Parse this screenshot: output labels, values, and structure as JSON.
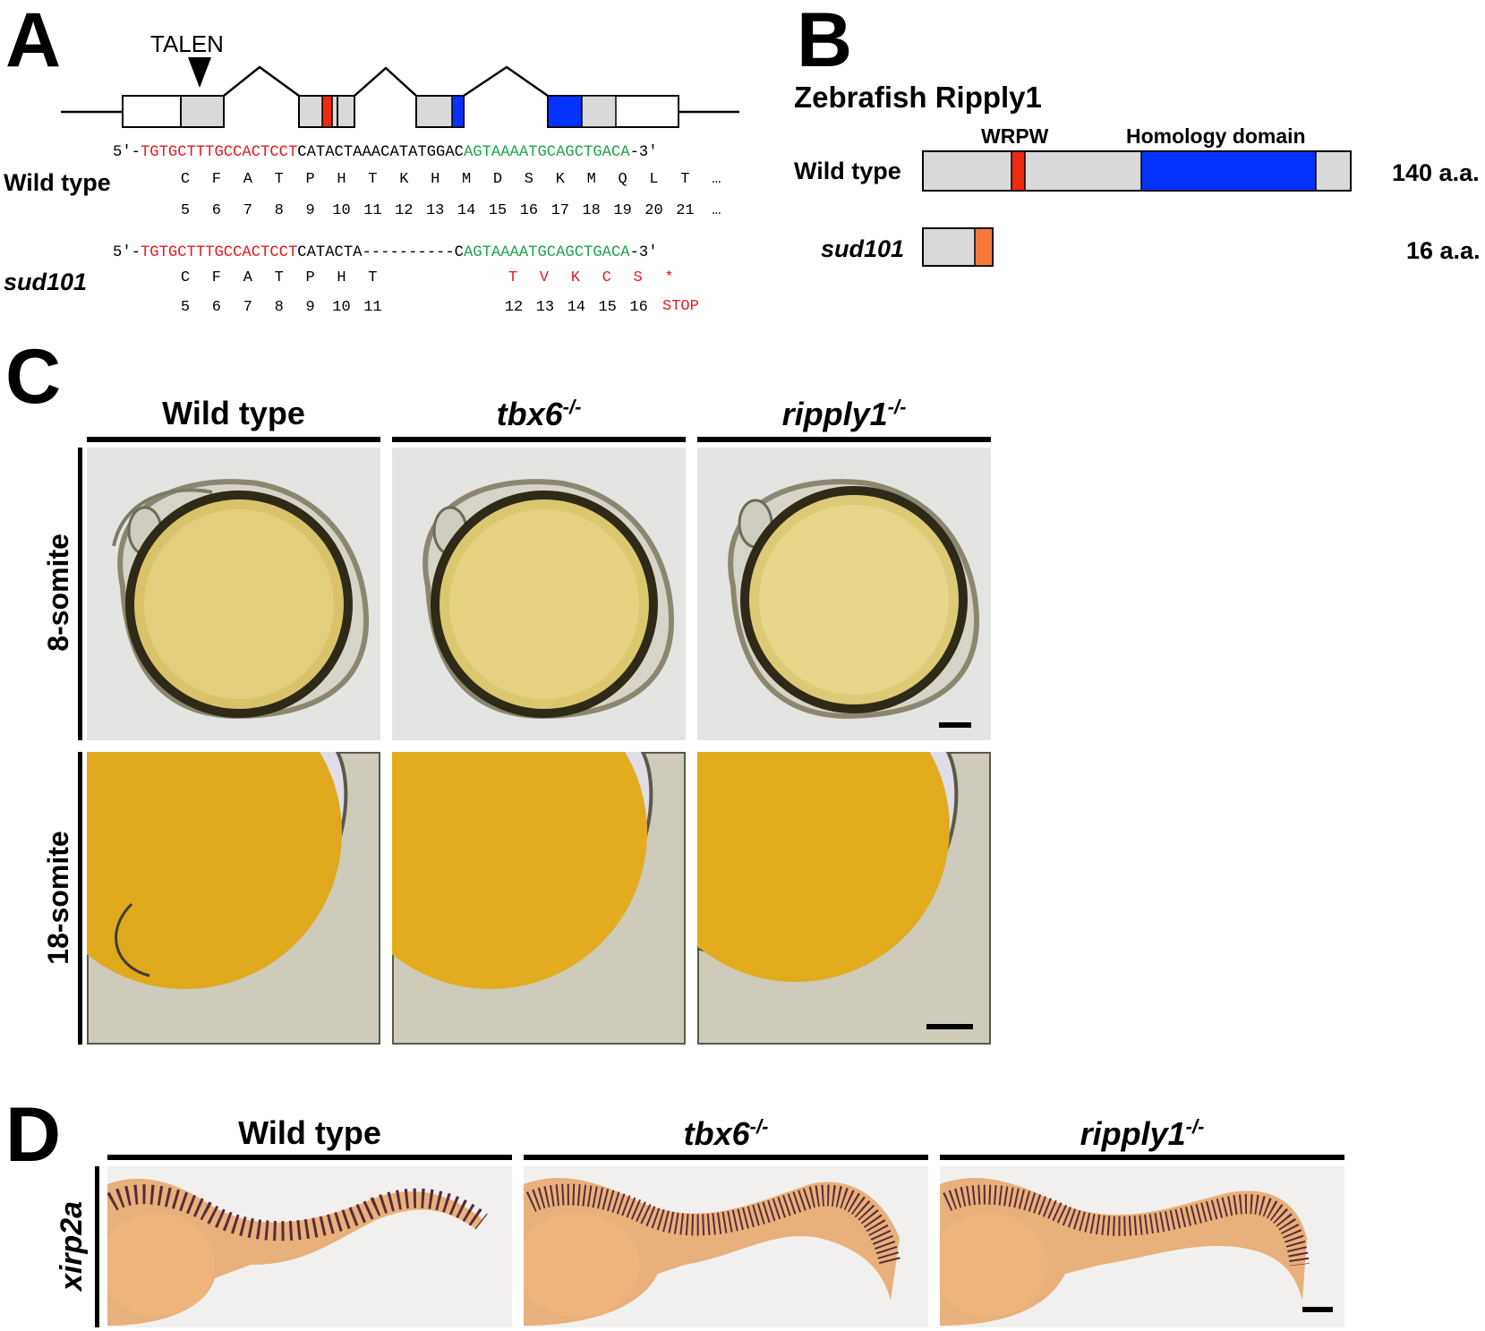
{
  "panel_a": {
    "letter": "A",
    "talen_label": "TALEN",
    "wild_type_label": "Wild type",
    "mutant_label": "sud101",
    "wt_seq": {
      "prefix": "5′-",
      "left_arm": "TGTGCTTTGCCACTCCT",
      "spacer": "CATACTAAACATATGGAC",
      "right_arm": "AGTAAAATGCAGCTGACA",
      "suffix": "-3′"
    },
    "wt_aa": [
      "C",
      "F",
      "A",
      "T",
      "P",
      "H",
      "T",
      "K",
      "H",
      "M",
      "D",
      "S",
      "K",
      "M",
      "Q",
      "L",
      "T",
      "…"
    ],
    "wt_nums": [
      "5",
      "6",
      "7",
      "8",
      "9",
      "10",
      "11",
      "12",
      "13",
      "14",
      "15",
      "16",
      "17",
      "18",
      "19",
      "20",
      "21",
      "…"
    ],
    "mut_seq": {
      "prefix": "5′-",
      "left_arm": "TGTGCTTTGCCACTCCT",
      "spacer": "CATACTA----------C",
      "right_arm": "AGTAAAATGCAGCTGACA",
      "suffix": "-3′"
    },
    "mut_aa": [
      "C",
      "F",
      "A",
      "T",
      "P",
      "H",
      "T"
    ],
    "mut_aa_red": [
      "T",
      "V",
      "K",
      "C",
      "S",
      "*"
    ],
    "mut_nums": [
      "5",
      "6",
      "7",
      "8",
      "9",
      "10",
      "11"
    ],
    "mut_nums_2": [
      "12",
      "13",
      "14",
      "15",
      "16"
    ],
    "stop_label": "STOP",
    "colors": {
      "exon_grey": "#d9d9d9",
      "wrpw_red": "#ee2a10",
      "homology_blue": "#0433ff",
      "talen_red": "#e8181f",
      "talen_green": "#1ea24a"
    }
  },
  "panel_b": {
    "letter": "B",
    "title": "Zebrafish Ripply1",
    "wrpw_label": "WRPW",
    "homology_label": "Homology domain",
    "wild_type_label": "Wild type",
    "mutant_label": "sud101",
    "wt_length": "140 a.a.",
    "mut_length": "16 a.a.",
    "colors": {
      "bar_grey": "#d9d9d9",
      "wrpw_red": "#ee2a10",
      "homology_blue": "#0433ff",
      "truncated_orange": "#f47a3c"
    }
  },
  "panel_c": {
    "letter": "C",
    "columns": [
      {
        "name": "Wild type",
        "superscript": ""
      },
      {
        "name": "tbx6",
        "superscript": "-/-"
      },
      {
        "name": "ripply1",
        "superscript": "-/-"
      }
    ],
    "rows": [
      "8-somite",
      "18-somite"
    ]
  },
  "panel_d": {
    "letter": "D",
    "columns": [
      {
        "name": "Wild type",
        "superscript": ""
      },
      {
        "name": "tbx6",
        "superscript": "-/-"
      },
      {
        "name": "ripply1",
        "superscript": "-/-"
      }
    ],
    "row_label": "xirp2a"
  }
}
